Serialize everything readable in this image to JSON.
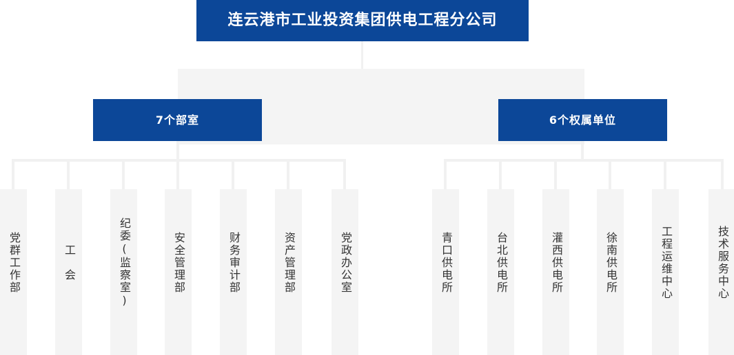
{
  "chart_title": "连云港市工业投资集团供电工程分公司",
  "colors": {
    "brand_blue": "#0c4798",
    "panel_gray": "#f4f4f4",
    "connector_gray": "#f1f1f1",
    "text_dark": "#333333",
    "text_light": "#ffffff"
  },
  "root": {
    "label": "连云港市工业投资集团供电工程分公司"
  },
  "level2": [
    {
      "label": "7个部室"
    },
    {
      "label": "6个权属单位"
    }
  ],
  "departments": [
    {
      "label": "党群工作部"
    },
    {
      "label": "工　会"
    },
    {
      "label": "纪委(监察室)"
    },
    {
      "label": "安全管理部"
    },
    {
      "label": "财务审计部"
    },
    {
      "label": "资产管理部"
    },
    {
      "label": "党政办公室"
    }
  ],
  "subsidiaries": [
    {
      "label": "青口供电所"
    },
    {
      "label": "台北供电所"
    },
    {
      "label": "灌西供电所"
    },
    {
      "label": "徐南供电所"
    },
    {
      "label": "工程运维中心"
    },
    {
      "label": "技术服务中心"
    }
  ]
}
